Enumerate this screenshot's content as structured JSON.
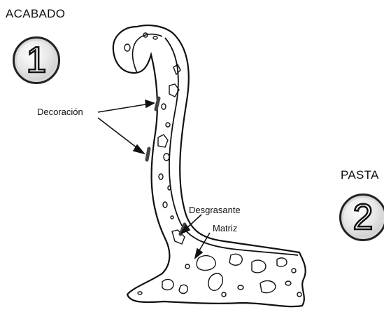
{
  "titles": {
    "acabado": "ACABADO",
    "pasta": "PASTA"
  },
  "badges": {
    "one": "1",
    "two": "2"
  },
  "labels": {
    "decoracion": "Decoración",
    "desgrasante": "Desgrasante",
    "matriz": "Matriz"
  },
  "colors": {
    "ink": "#111111",
    "badge_fill": "#d0d0d0",
    "decoration_band": "#444444"
  }
}
